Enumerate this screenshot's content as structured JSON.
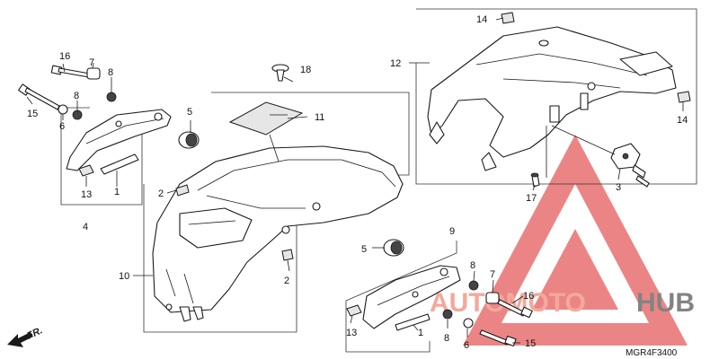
{
  "diagram_code": "MGR4F3400",
  "direction_label": "FR.",
  "watermark": {
    "brand_a": "AUTOMOTO",
    "brand_b": "HUB",
    "color_a": "#f29a8a",
    "color_b": "#6e6e6e",
    "triangle_color": "#e04040"
  },
  "callouts": [
    {
      "id": "c1a",
      "text": "1"
    },
    {
      "id": "c1b",
      "text": "1"
    },
    {
      "id": "c2a",
      "text": "2"
    },
    {
      "id": "c2b",
      "text": "2"
    },
    {
      "id": "c3",
      "text": "3"
    },
    {
      "id": "c4",
      "text": "4"
    },
    {
      "id": "c5a",
      "text": "5"
    },
    {
      "id": "c5b",
      "text": "5"
    },
    {
      "id": "c6a",
      "text": "6"
    },
    {
      "id": "c6b",
      "text": "6"
    },
    {
      "id": "c7a",
      "text": "7"
    },
    {
      "id": "c7b",
      "text": "7"
    },
    {
      "id": "c8a",
      "text": "8"
    },
    {
      "id": "c8b",
      "text": "8"
    },
    {
      "id": "c8c",
      "text": "8"
    },
    {
      "id": "c8d",
      "text": "8"
    },
    {
      "id": "c9",
      "text": "9"
    },
    {
      "id": "c10",
      "text": "10"
    },
    {
      "id": "c11",
      "text": "11"
    },
    {
      "id": "c12",
      "text": "12"
    },
    {
      "id": "c13a",
      "text": "13"
    },
    {
      "id": "c13b",
      "text": "13"
    },
    {
      "id": "c14a",
      "text": "14"
    },
    {
      "id": "c14b",
      "text": "14"
    },
    {
      "id": "c15a",
      "text": "15"
    },
    {
      "id": "c15b",
      "text": "15"
    },
    {
      "id": "c16a",
      "text": "16"
    },
    {
      "id": "c16b",
      "text": "16"
    },
    {
      "id": "c17",
      "text": "17"
    },
    {
      "id": "c18",
      "text": "18"
    }
  ]
}
